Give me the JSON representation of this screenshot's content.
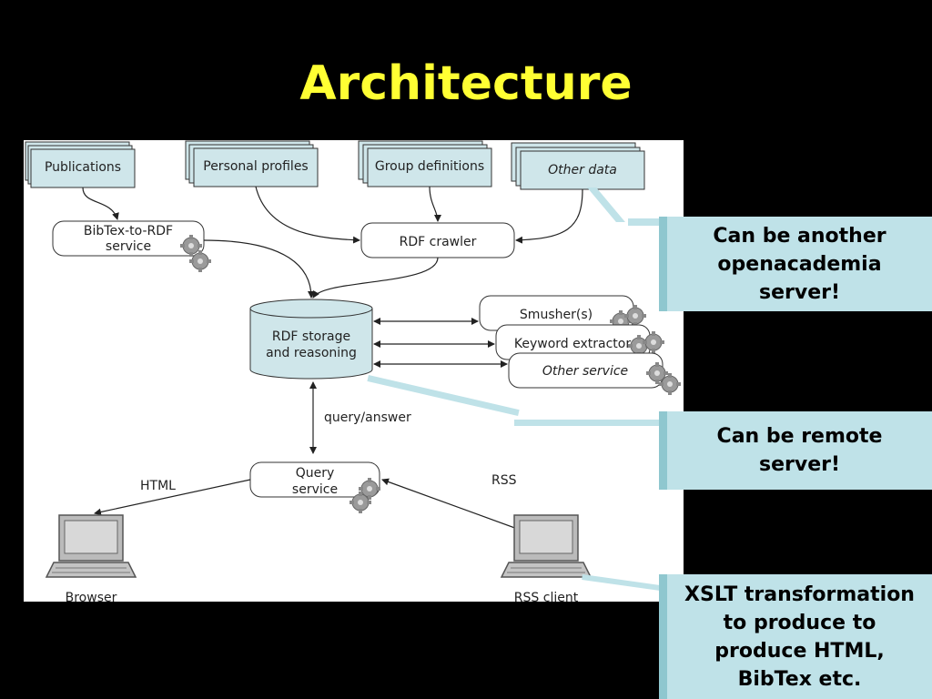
{
  "slide": {
    "title": "Architecture"
  },
  "diagram": {
    "sources": [
      {
        "label": "Publications",
        "italic": false
      },
      {
        "label": "Personal profiles",
        "italic": false
      },
      {
        "label": "Group definitions",
        "italic": false
      },
      {
        "label": "Other data",
        "italic": true
      }
    ],
    "bibtex_service": {
      "line1": "BibTex-to-RDF",
      "line2": "service"
    },
    "rdf_crawler": "RDF crawler",
    "storage": {
      "line1": "RDF storage",
      "line2": "and reasoning"
    },
    "services": [
      {
        "label": "Smusher(s)",
        "italic": false
      },
      {
        "label": "Keyword extractor",
        "italic": false
      },
      {
        "label": "Other service",
        "italic": true
      }
    ],
    "query_answer_label": "query/answer",
    "query_service": {
      "line1": "Query",
      "line2": "service"
    },
    "html_label": "HTML",
    "rss_label": "RSS",
    "browser_label": "Browser",
    "rss_client_label": "RSS client"
  },
  "callouts": [
    {
      "lines": [
        "Can be another",
        "openacademia",
        "server!"
      ]
    },
    {
      "lines": [
        "Can be remote",
        "server!"
      ]
    },
    {
      "lines": [
        "XSLT transformation",
        "to produce to",
        "produce HTML,",
        "BibTex etc."
      ]
    }
  ],
  "colors": {
    "title": "#ffff33",
    "callout_fill": "#bfe2e8",
    "source_fill": "#cfe6ea",
    "background": "#000000"
  }
}
